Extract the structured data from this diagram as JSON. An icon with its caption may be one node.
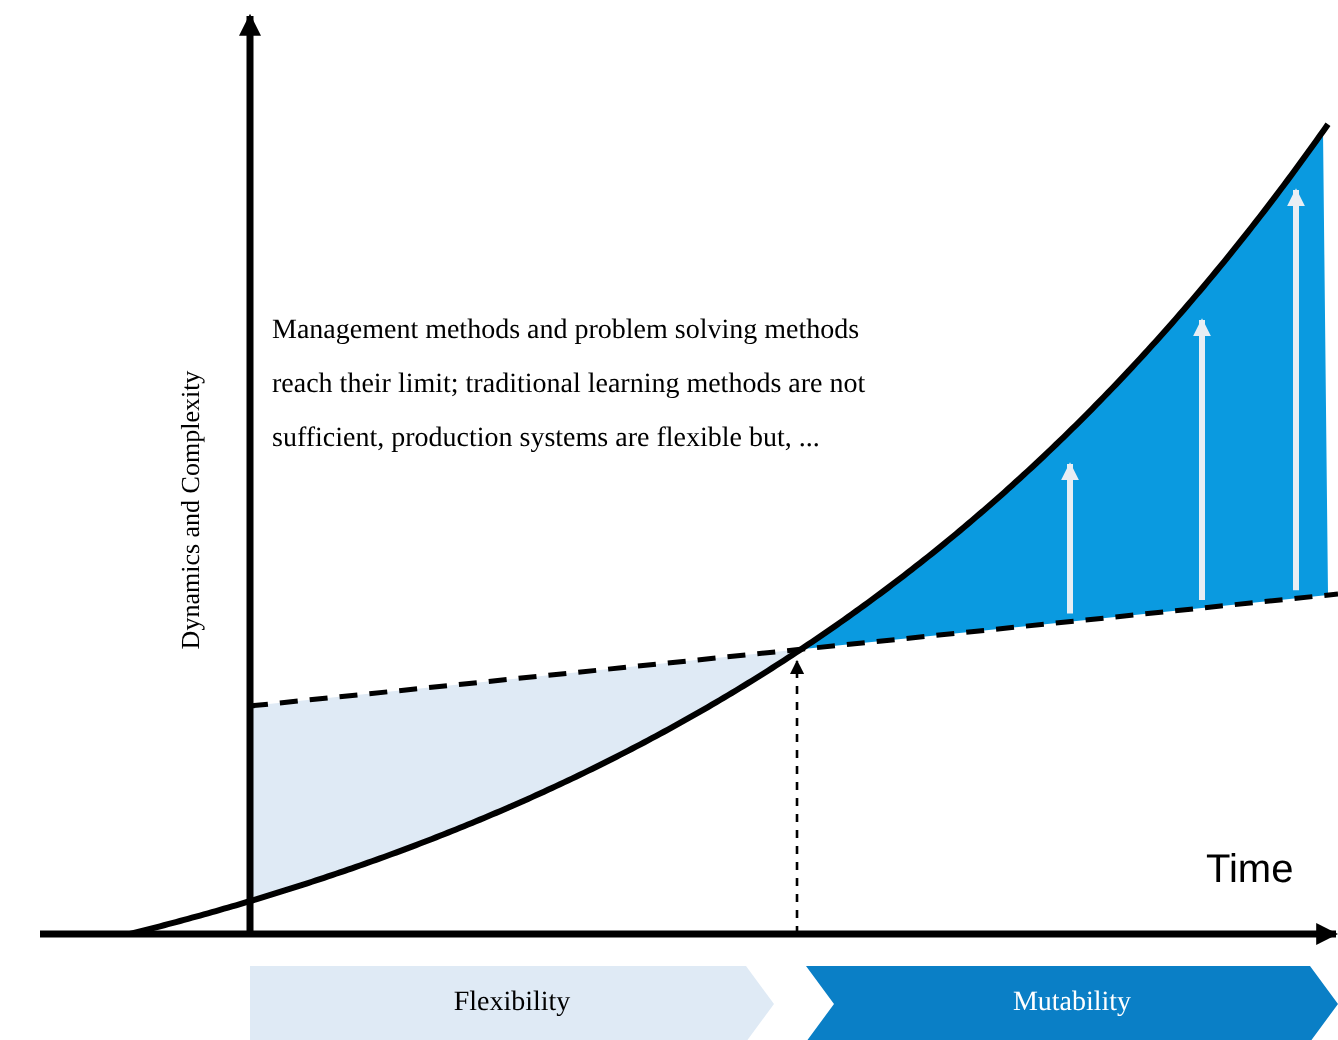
{
  "diagram": {
    "nodes": [
      {
        "text": [
          "Flexibility"
        ]
      },
      {
        "text": [
          "Mutability"
        ]
      }
    ],
    "labels": [
      "Dynamics and Complexity",
      "Management methods and problem solving methods reach their limit; traditional learning methods are not sufficient, production systems  are flexible but, ...",
      "Time"
    ]
  }
}
